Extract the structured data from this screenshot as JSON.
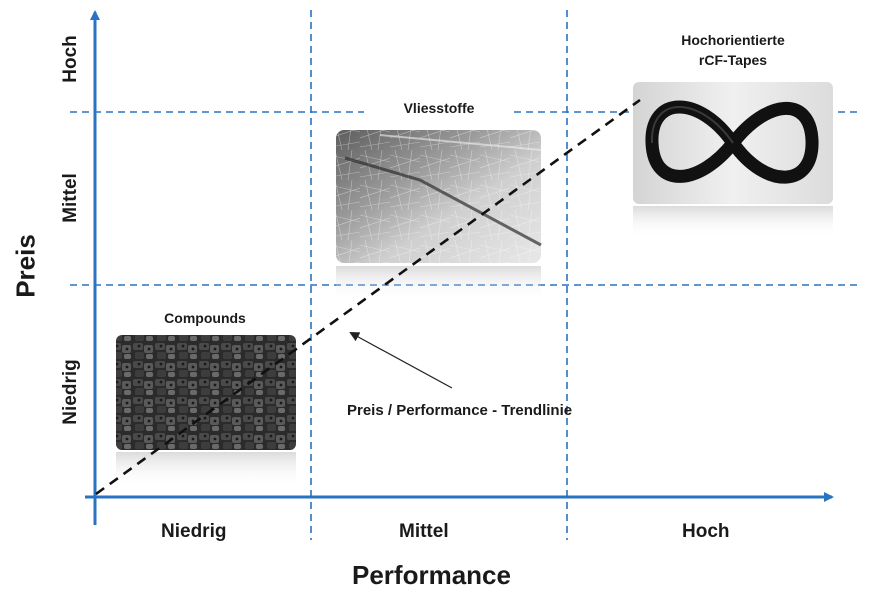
{
  "axes": {
    "x_title": "Performance",
    "y_title": "Preis",
    "x_levels": [
      "Niedrig",
      "Mittel",
      "Hoch"
    ],
    "y_levels": [
      "Niedrig",
      "Mittel",
      "Hoch"
    ]
  },
  "products": {
    "compounds": "Compounds",
    "vliesstoffe": "Vliesstoffe",
    "tapes_line1": "Hochorientierte",
    "tapes_line2": "rCF-Tapes"
  },
  "trendline_label": "Preis / Performance - Trendlinie",
  "colors": {
    "axis": "#2a72c2",
    "grid": "#2a72c2",
    "trend": "#111111"
  }
}
